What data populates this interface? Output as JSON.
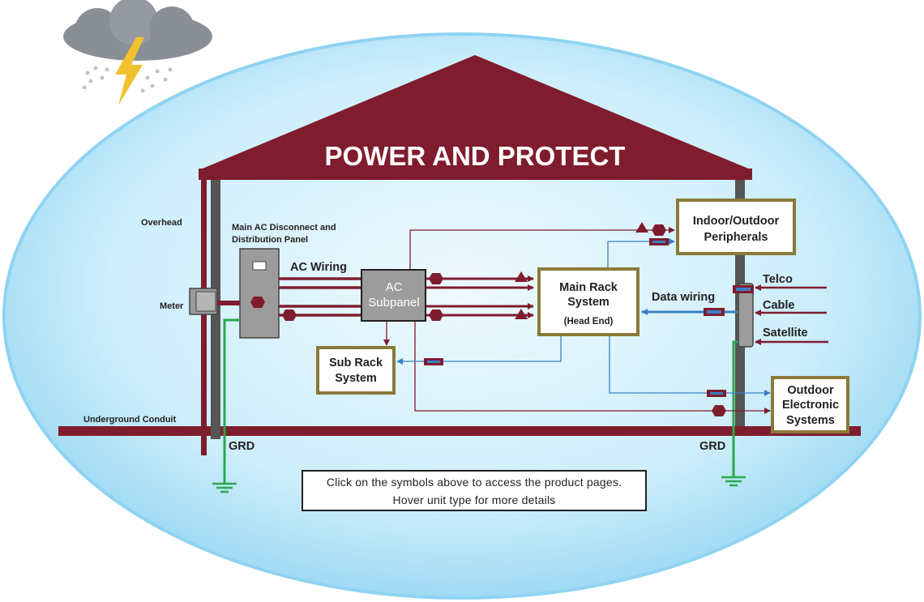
{
  "title": "POWER AND PROTECT",
  "labels": {
    "overhead": "Overhead",
    "meter": "Meter",
    "underground": "Underground Conduit",
    "main_disconnect": [
      "Main AC Disconnect and",
      "Distribution Panel"
    ],
    "ac_wiring": "AC Wiring",
    "data_wiring": "Data wiring",
    "grd_left": "GRD",
    "grd_right": "GRD",
    "telco": "Telco",
    "cable": "Cable",
    "satellite": "Satellite"
  },
  "boxes": {
    "ac_subpanel": [
      "AC",
      "Subpanel"
    ],
    "main_rack": [
      "Main Rack",
      "System",
      "(Head End)"
    ],
    "sub_rack": [
      "Sub Rack",
      "System"
    ],
    "peripherals": [
      "Indoor/Outdoor",
      "Peripherals"
    ],
    "outdoor": [
      "Outdoor",
      "Electronic",
      "Systems"
    ]
  },
  "note": {
    "line1": "Click on the symbols above to access the product pages.",
    "line2": "Hover unit type for more details"
  },
  "colors": {
    "maroon": "#7f1d2e",
    "box_border": "#8a7a3a",
    "blue_line": "#3b7fc4",
    "ground_green": "#2aa84a",
    "sky_outer": "#8fd3f2",
    "sky_inner": "#e6f6fd",
    "pillar": "#555555",
    "lightning": "#f2c12e",
    "cloud": "#8a8f96"
  },
  "icons": [
    "storm-cloud-icon",
    "lightning-icon",
    "ground-icon",
    "hexagon-protector-icon",
    "triangle-protector-icon",
    "inline-protector-icon",
    "meter-icon"
  ]
}
